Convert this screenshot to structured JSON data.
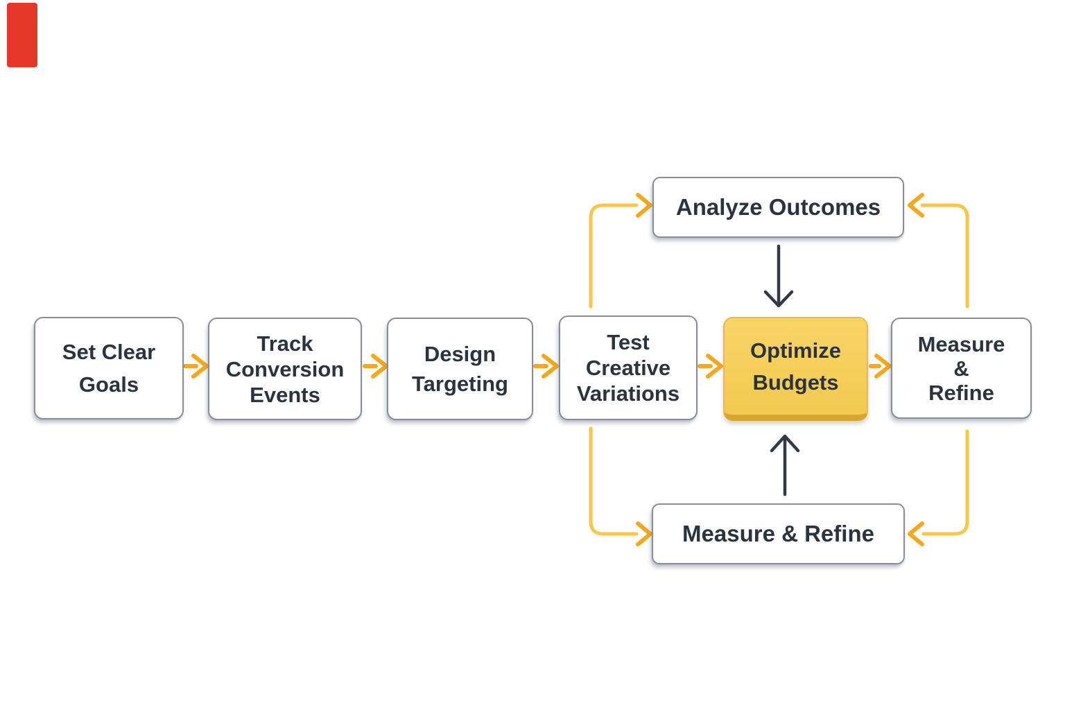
{
  "diagram": {
    "title_present": false,
    "background": "#ffffff",
    "colors": {
      "node_fill": "#ffffff",
      "node_border": "#878D98",
      "node_text": "#2B3240",
      "flow_arrow_amber": "#F5A71E",
      "loop_line_yellow": "#F8C64A",
      "feedback_arrow_dark": "#333A46",
      "highlight_fill_top": "#F8D468",
      "highlight_fill_bottom": "#F3C94F",
      "highlight_bottom_edge": "#D8A52F",
      "corner_marker_red": "#E5382A"
    },
    "nodes": {
      "main": [
        {
          "label": "Set Clear\nGoals",
          "highlighted": false
        },
        {
          "label": "Track\nConversion\nEvents",
          "highlighted": false
        },
        {
          "label": "Design\nTargeting",
          "highlighted": false
        },
        {
          "label": "Test\nCreative\nVariations",
          "highlighted": false
        },
        {
          "label": "Optimize\nBudgets",
          "highlighted": true
        },
        {
          "label": "Measure\n&\nRefine",
          "highlighted": false
        }
      ],
      "top": {
        "label": "Analyze Outcomes"
      },
      "bottom": {
        "label": "Measure & Refine"
      }
    },
    "edges": [
      "Set Clear Goals -> Track Conversion Events",
      "Track Conversion Events -> Design Targeting",
      "Design Targeting -> Test Creative Variations",
      "Test Creative Variations -> Optimize Budgets",
      "Optimize Budgets -> Measure & Refine (right)",
      "Test Creative Variations -> Analyze Outcomes (loop up)",
      "Test Creative Variations -> Measure & Refine bottom (loop down)",
      "Measure & Refine (right) -> Analyze Outcomes (loop up)",
      "Measure & Refine (right) -> Measure & Refine bottom (loop down)",
      "Analyze Outcomes -> Optimize Budgets (dark down arrow)",
      "Measure & Refine bottom -> Optimize Budgets (dark up arrow)"
    ]
  }
}
